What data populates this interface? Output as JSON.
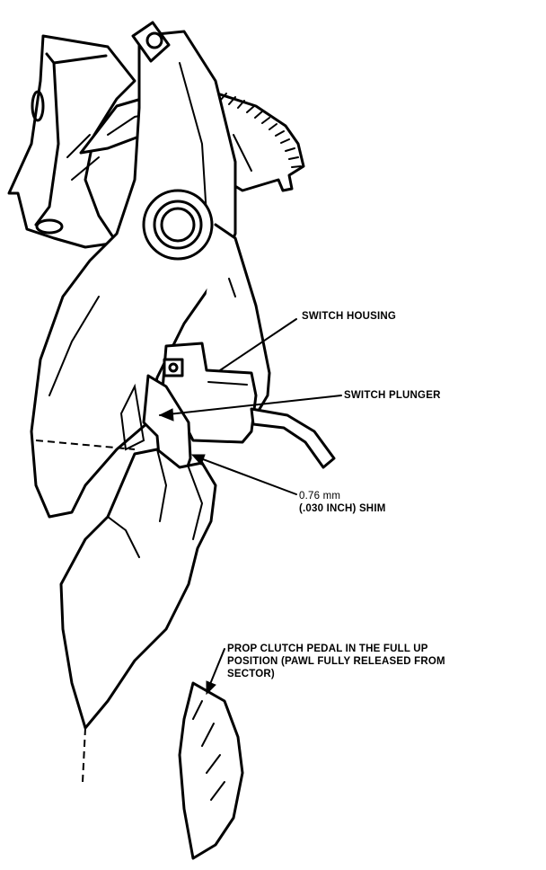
{
  "labels": {
    "switch_housing": "SWITCH HOUSING",
    "switch_plunger": "SWITCH PLUNGER",
    "shim_line1": "0.76 mm",
    "shim_line2": "(.030 INCH) SHIM",
    "prop_line1": "PROP CLUTCH PEDAL IN THE FULL UP",
    "prop_line2": "POSITION (PAWL FULLY RELEASED FROM",
    "prop_line3": "SECTOR)"
  },
  "colors": {
    "ink": "#000000",
    "paper": "#ffffff"
  }
}
